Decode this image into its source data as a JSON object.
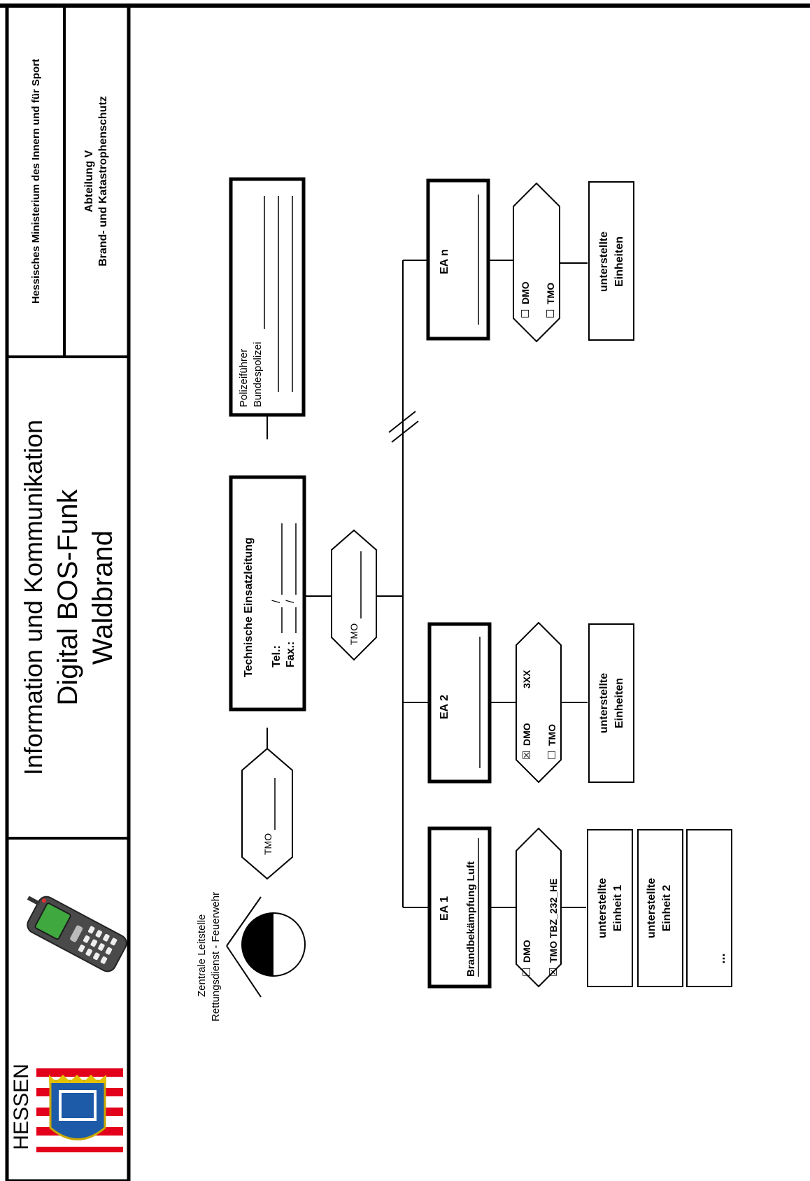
{
  "header": {
    "ministry": "Hessisches Ministerium des Innern und für Sport",
    "department_line1": "Abteilung V",
    "department_line2": "Brand- und Katastrophenschutz",
    "title_line1": "Information und Kommunikation",
    "title_line2": "Digital BOS-Funk",
    "title_line3": "Waldbrand",
    "logo_text": "HESSEN"
  },
  "leitstelle": {
    "line1": "Zentrale  Leitstelle",
    "line2": "Rettungsdienst  - Feuerwehr"
  },
  "tmo_label": "TMO",
  "tel": {
    "title": "Technische  Einsatzleitung",
    "tel_label": "Tel.:",
    "fax_label": "Fax.:",
    "slash": "/"
  },
  "polizei": {
    "line1": "Polizeiführer",
    "line2": "Bundespolizei"
  },
  "ea1": {
    "title": "EA 1",
    "subtitle": "Brandbekämpfung  Luft",
    "dmo": "DMO",
    "tmo": "TMO TBZ_232_HE",
    "checkbox_empty": "☐",
    "checkbox_checked": "☒",
    "units": [
      "unterstellte Einheit 1",
      "unterstellte Einheit 2",
      "..."
    ]
  },
  "ea2": {
    "title": "EA 2",
    "dmo": "DMO",
    "code": "3XX",
    "tmo": "TMO",
    "units_line1": "unterstellte",
    "units_line2": "Einheiten"
  },
  "ean": {
    "title": "EA n",
    "dmo": "DMO",
    "tmo": "TMO",
    "units_line1": "unterstellte",
    "units_line2": "Einheiten"
  },
  "colors": {
    "line": "#000000",
    "hessen_red": "#e2001a",
    "hessen_blue": "#1d5aa8",
    "phone_body": "#4a4a4a",
    "phone_screen": "#3fa83f"
  }
}
